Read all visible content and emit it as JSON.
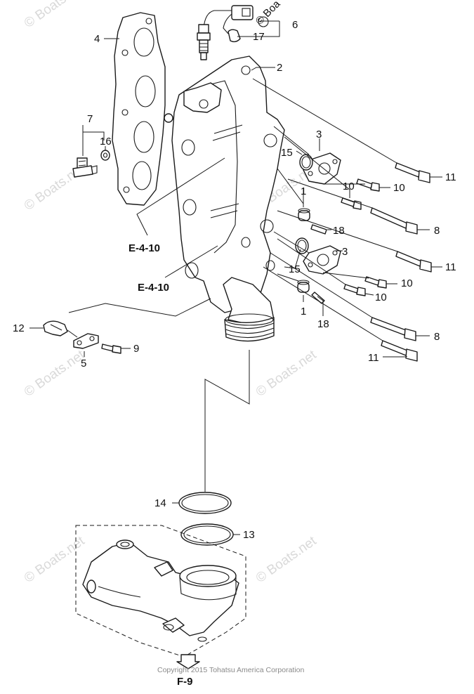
{
  "watermarks": [
    "© Boats.net",
    "© Boats.net",
    "© Boats.net",
    "© Boats.net",
    "© Boats.net",
    "© Boats.net",
    "© Boats.net",
    "© Boa"
  ],
  "callouts": {
    "c1a": "1",
    "c1b": "1",
    "c2": "2",
    "c3a": "3",
    "c3b": "3",
    "c4": "4",
    "c5": "5",
    "c6": "6",
    "c7": "7",
    "c8a": "8",
    "c8b": "8",
    "c9": "9",
    "c10a": "10",
    "c10b": "10",
    "c10c": "10",
    "c10d": "10",
    "c11a": "11",
    "c11b": "11",
    "c11c": "11",
    "c12": "12",
    "c13": "13",
    "c14": "14",
    "c15a": "15",
    "c15b": "15",
    "c16": "16",
    "c17": "17",
    "c18a": "18",
    "c18b": "18"
  },
  "references": {
    "e1": "E-4-10",
    "e2": "E-4-10",
    "f9": "F-9"
  },
  "copyright": "Copyright 2015 Tohatsu America Corporation"
}
